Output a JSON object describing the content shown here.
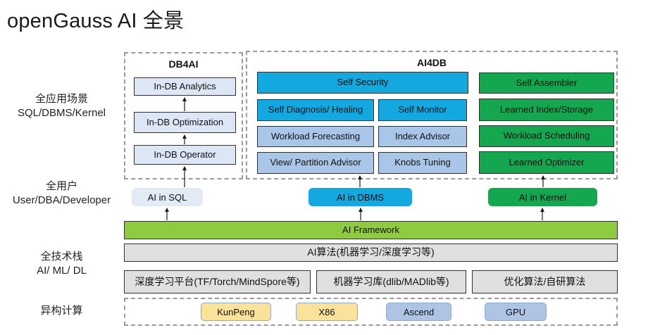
{
  "title": "openGauss AI 全景",
  "colors": {
    "bright_blue": "#14a8e1",
    "light_blue": "#a9c6e8",
    "pale_blue": "#dce6f5",
    "green": "#14a750",
    "framework_green": "#8fcb40",
    "gray": "#e0e0e0",
    "hardware_yellow": "#fae29a",
    "hardware_blue": "#aec4e4"
  },
  "left_labels": [
    {
      "line1": "全应用场景",
      "line2": "SQL/DBMS/Kernel"
    },
    {
      "line1": "全用户",
      "line2": "User/DBA/Developer"
    },
    {
      "line1": "全技术栈",
      "line2": "AI/ ML/ DL"
    },
    {
      "line1": "异构计算",
      "line2": ""
    }
  ],
  "db4ai": {
    "title": "DB4AI",
    "boxes": [
      "In-DB Analytics",
      "In-DB Optimization",
      "In-DB Operator"
    ]
  },
  "ai4db": {
    "title": "AI4DB",
    "blue_boxes": [
      "Self Security",
      "Self Diagnosis/ Healing",
      "Self Monitor"
    ],
    "lightblue_boxes": [
      "Workload Forecasting",
      "Index Advisor",
      "View/ Partition Advisor",
      "Knobs Tuning"
    ],
    "green_boxes": [
      "Self Assembler",
      "Learned Index/Storage",
      "Workload Scheduling",
      "Learned Optimizer"
    ]
  },
  "pills": {
    "sql": "AI in SQL",
    "dbms": "AI in DBMS",
    "kernel": "AI in Kernel"
  },
  "framework_bar": "AI Framework",
  "algorithm_bar": "AI算法(机器学习/深度学习等)",
  "tech_boxes": [
    "深度学习平台(TF/Torch/MindSpore等)",
    "机器学习库(dlib/MADlib等)",
    "优化算法/自研算法"
  ],
  "hardware": [
    "KunPeng",
    "X86",
    "Ascend",
    "GPU"
  ]
}
